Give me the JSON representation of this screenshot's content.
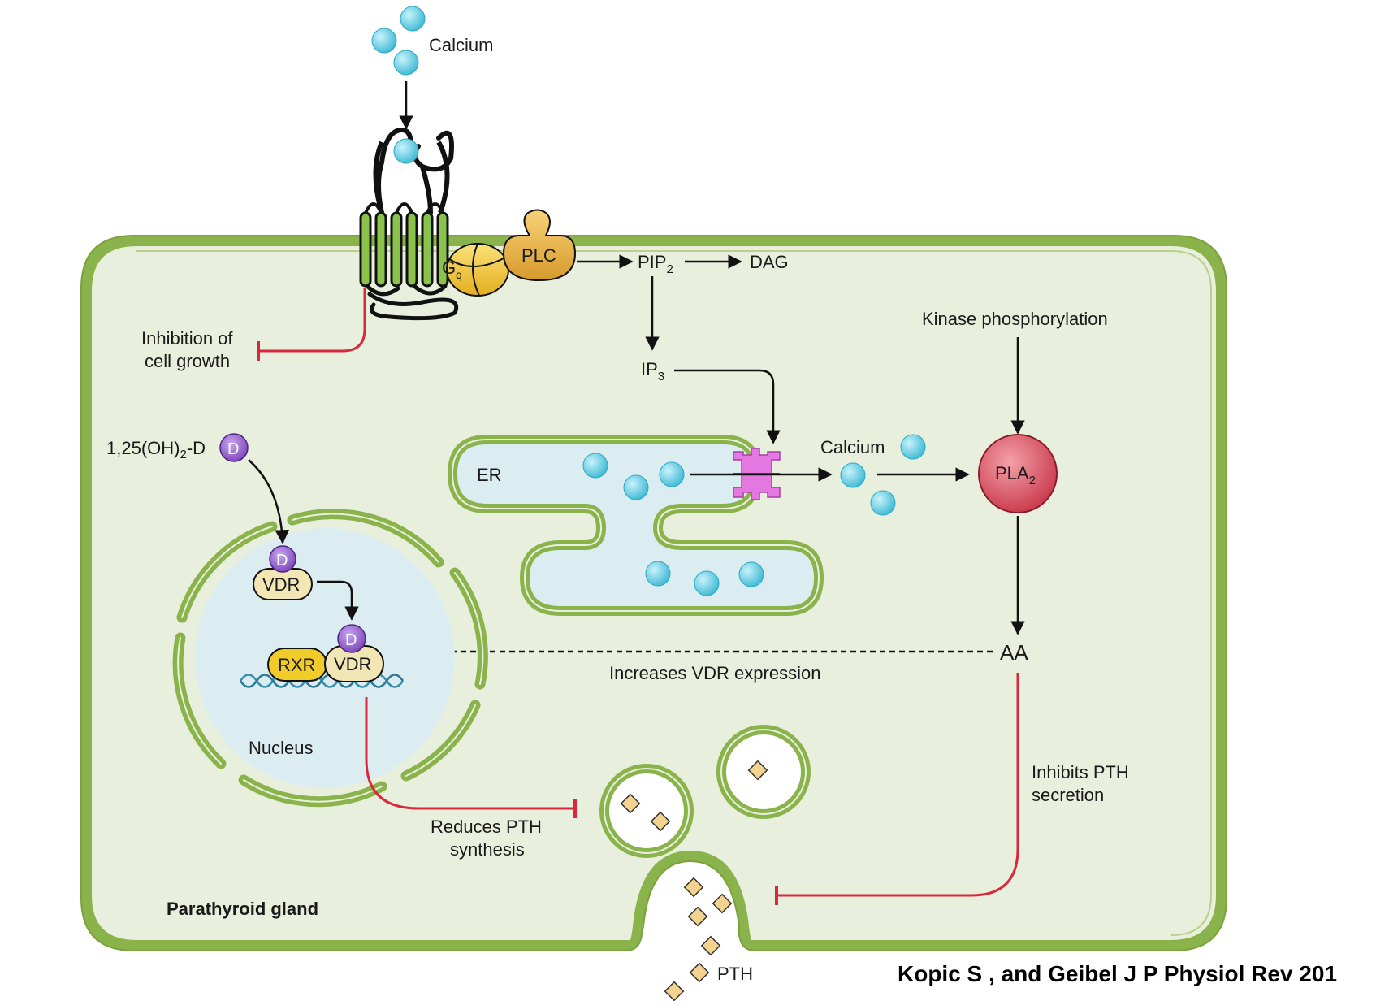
{
  "colors": {
    "cytoplasm": "#e8efdc",
    "membrane": "#8bb34c",
    "organelle_fill": "#dcedf2",
    "calcium": "#5ccbe0",
    "inhibition": "#d8283c",
    "vitamin_d": "#8a55c6",
    "vdr": "#f2e6b4",
    "rxr": "#f0cc2a",
    "pth_granule": "#f3d38e",
    "pla2": "#d8505e",
    "channel": "#e577e0",
    "gprotein": "#f0c836"
  },
  "labels": {
    "calcium_top": "Calcium",
    "gq_main": "G",
    "gq_sub": "q",
    "plc": "PLC",
    "pip2_main": "PIP",
    "pip2_sub": "2",
    "dag": "DAG",
    "ip3_main": "IP",
    "ip3_sub": "3",
    "kinase": "Kinase phosphorylation",
    "inhibition_line1": "Inhibition of",
    "inhibition_line2": "cell growth",
    "vitd_a": "1,25(OH)",
    "vitd_sub": "2",
    "vitd_b": "-D",
    "d_symbol": "D",
    "er": "ER",
    "calcium_mid": "Calcium",
    "pla2_main": "PLA",
    "pla2_sub": "2",
    "vdr": "VDR",
    "rxr": "RXR",
    "aa": "AA",
    "increases_vdr": "Increases VDR expression",
    "nucleus": "Nucleus",
    "inhibits_line1": "Inhibits PTH",
    "inhibits_line2": "secretion",
    "reduces_line1": "Reduces PTH",
    "reduces_line2": "synthesis",
    "parathyroid": "Parathyroid gland",
    "pth": "PTH"
  },
  "citation": "Kopic S , and Geibel J P Physiol Rev 201"
}
